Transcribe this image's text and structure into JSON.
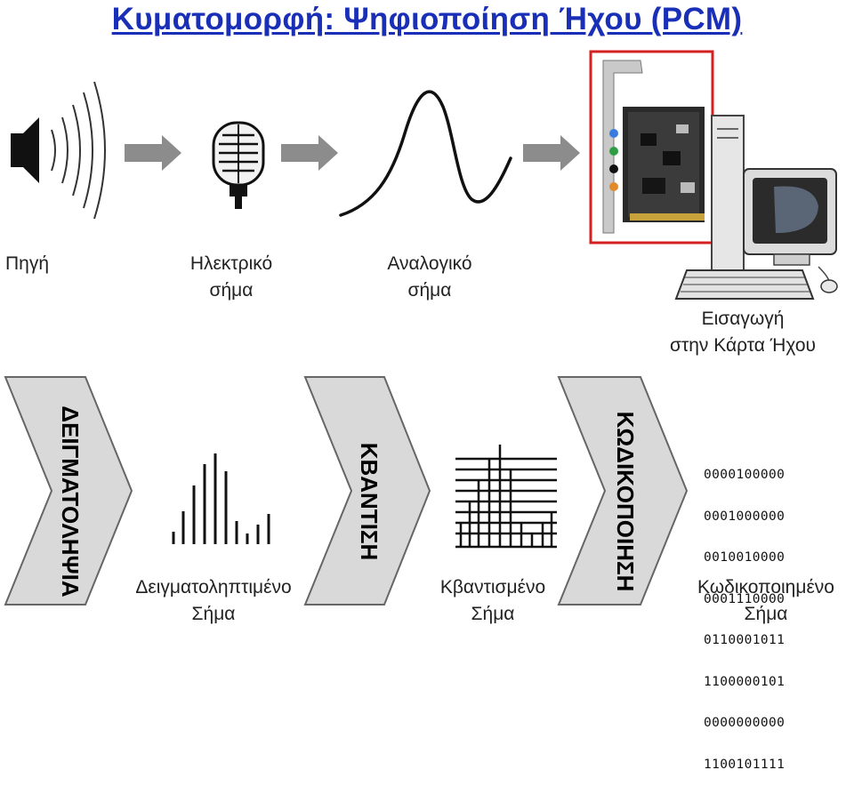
{
  "title": "Κυματομορφή: Ψηφιοποίηση Ήχου (PCM)",
  "top_row": {
    "source": "Πηγή",
    "electric_line1": "Ηλεκτρικό",
    "electric_line2": "σήμα",
    "analog_line1": "Αναλογικό",
    "analog_line2": "σήμα",
    "input_line1": "Εισαγωγή",
    "input_line2": "στην Κάρτα Ήχου"
  },
  "bottom_row": {
    "step1": "ΔΕΙΓΜΑΤΟΛΗΨΙΑ",
    "step2": "ΚΒΑΝΤΙΣΗ",
    "step3": "ΚΩΔΙΚΟΠΟΙΗΣΗ",
    "sampled_line1": "Δειγματοληπτιμένο",
    "sampled_line2": "Σήμα",
    "quantized_line1": "Κβαντισμένο",
    "quantized_line2": "Σήμα",
    "encoded_line1": "Κωδικοποιημένο",
    "encoded_line2": "Σήμα"
  },
  "binary_rows": [
    "0000100000",
    "0001000000",
    "0010010000",
    "0001110000",
    "0110001011",
    "1100000101",
    "0000000000",
    "1100101111"
  ],
  "colors": {
    "title": "#1a2fb8",
    "arrow": "#8c8c8c",
    "chevron_fill": "#d9d9d9",
    "highlight_frame": "#d62020"
  }
}
